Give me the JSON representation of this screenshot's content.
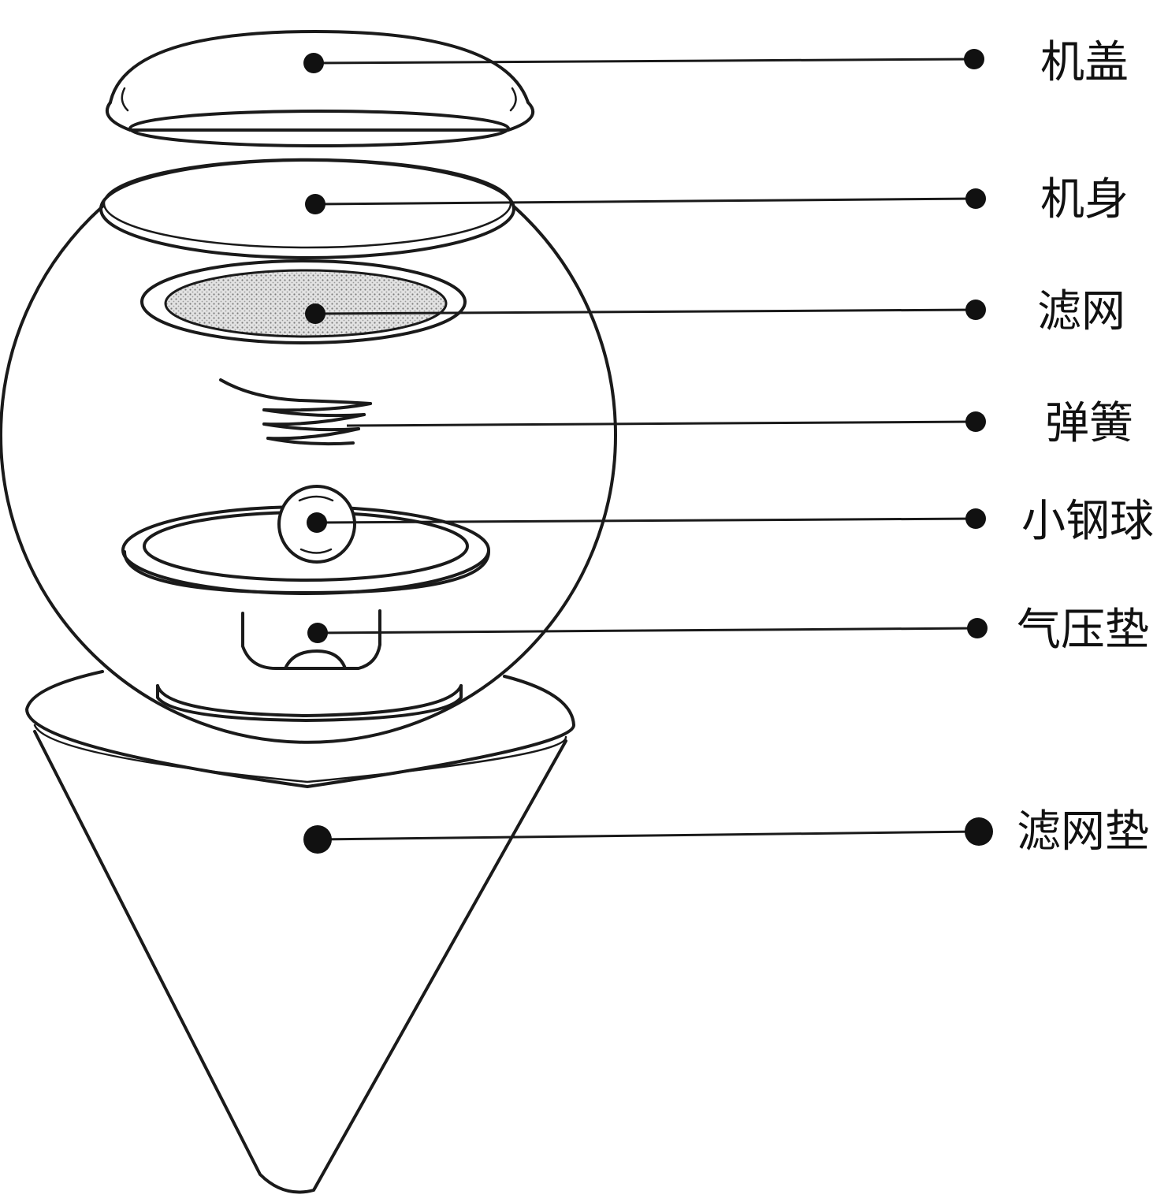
{
  "labels": {
    "lid": "机盖",
    "body": "机身",
    "filter": "滤网",
    "spring": "弹簧",
    "steel_ball": "小钢球",
    "air_cushion": "气压垫",
    "filter_pad": "滤网垫"
  },
  "colors": {
    "line": "#1a1a1a",
    "dot": "#111111",
    "mesh": "#cfcfcf",
    "background": "#ffffff"
  }
}
